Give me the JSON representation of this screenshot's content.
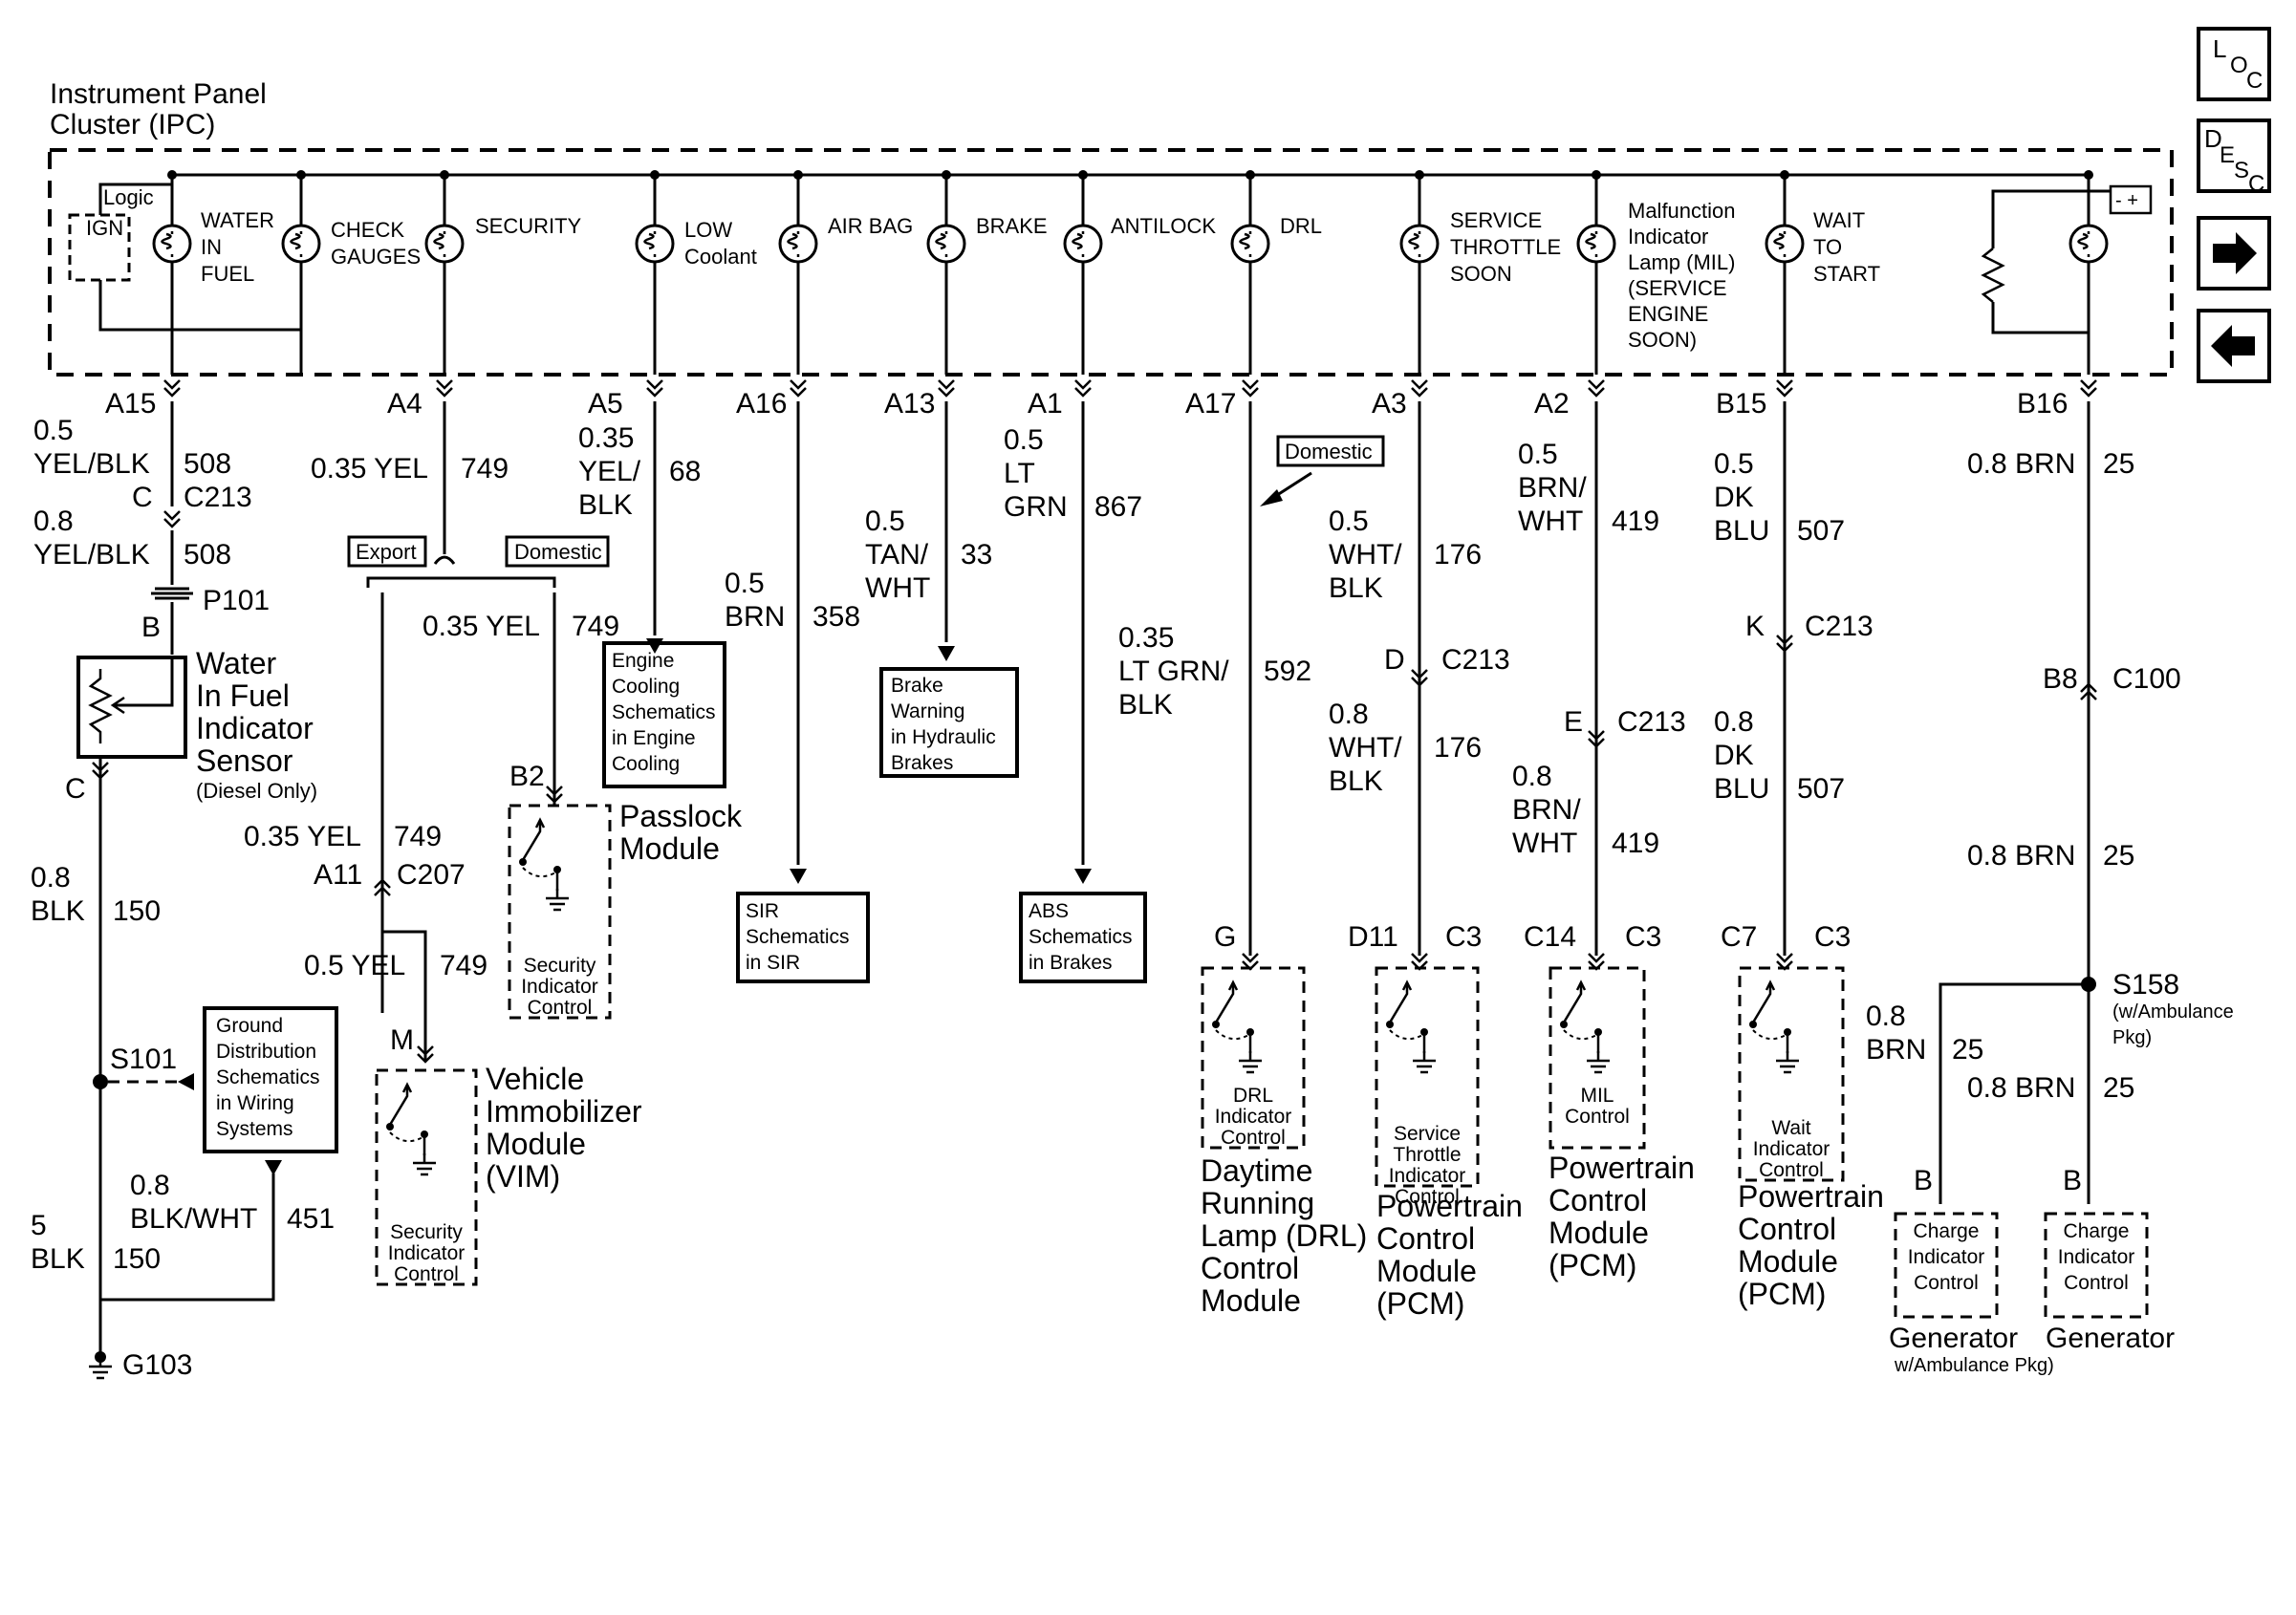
{
  "cluster_title_1": "Instrument Panel",
  "cluster_title_2": "Cluster (IPC)",
  "logic": "Logic",
  "ign": "IGN",
  "battery_symbol": "- +",
  "lamps": {
    "water_in_fuel": [
      "WATER",
      "IN",
      "FUEL"
    ],
    "check_gauges": [
      "CHECK",
      "GAUGES"
    ],
    "security": [
      "SECURITY"
    ],
    "low_coolant": [
      "LOW",
      "Coolant"
    ],
    "air_bag": [
      "AIR BAG"
    ],
    "brake": [
      "BRAKE"
    ],
    "antilock": [
      "ANTILOCK"
    ],
    "drl": [
      "DRL"
    ],
    "service_throttle": [
      "SERVICE",
      "THROTTLE",
      "SOON"
    ],
    "mil": [
      "Malfunction",
      "Indicator",
      "Lamp (MIL)",
      "(SERVICE",
      "ENGINE",
      "SOON)"
    ],
    "wait_to_start": [
      "WAIT",
      "TO",
      "START"
    ]
  },
  "pins": {
    "a15": "A15",
    "a4": "A4",
    "a5": "A5",
    "a16": "A16",
    "a13": "A13",
    "a1": "A1",
    "a17": "A17",
    "a3": "A3",
    "a2": "A2",
    "b15": "B15",
    "b16": "B16"
  },
  "wires": {
    "c1": {
      "size1": "0.5",
      "color1": "YEL/BLK",
      "circ1": "508",
      "c_pin": "C",
      "c_conn": "C213",
      "size2": "0.8",
      "color2": "YEL/BLK",
      "circ2": "508",
      "p_conn": "P101",
      "b_pin": "B",
      "c_pin2": "C",
      "size3": "0.8",
      "color3": "BLK",
      "circ3": "150",
      "splice": "S101",
      "size4": "5",
      "color4": "BLK",
      "circ4": "150",
      "ground": "G103",
      "size5": "0.8",
      "color5": "BLK/WHT",
      "circ5": "451"
    },
    "c2": {
      "size_color": "0.35 YEL",
      "circ": "749",
      "export": "Export",
      "domestic": "Domestic",
      "b_size_color": "0.35 YEL",
      "b_circ": "749",
      "pin_b2": "B2",
      "e_size_color": "0.35 YEL",
      "e_circ": "749",
      "pin_a11": "A11",
      "conn_c207": "C207",
      "v_size_color": "0.5 YEL",
      "v_circ": "749",
      "pin_m": "M"
    },
    "c3": {
      "size": "0.35",
      "color1": "YEL/",
      "color2": "BLK",
      "circ": "68"
    },
    "c4": {
      "size": "0.5",
      "color": "BRN",
      "circ": "358"
    },
    "c5": {
      "size": "0.5",
      "color1": "TAN/",
      "color2": "WHT",
      "circ": "33"
    },
    "c6": {
      "size": "0.5",
      "color1": "LT",
      "color2": "GRN",
      "circ": "867"
    },
    "c7": {
      "size": "0.35",
      "color1": "LT GRN/",
      "color2": "BLK",
      "circ": "592",
      "domestic": "Domestic",
      "pin_g": "G"
    },
    "c8": {
      "size": "0.5",
      "color1": "WHT/",
      "color2": "BLK",
      "circ": "176",
      "pin_d": "D",
      "conn": "C213",
      "size2": "0.8",
      "color3": "WHT/",
      "color4": "BLK",
      "circ2": "176",
      "pin_d11": "D11",
      "conn_c3": "C3"
    },
    "c9": {
      "size": "0.5",
      "color1": "BRN/",
      "color2": "WHT",
      "circ": "419",
      "pin_e": "E",
      "conn": "C213",
      "size2": "0.8",
      "color3": "BRN/",
      "color4": "WHT",
      "circ2": "419",
      "pin_c14": "C14",
      "conn_c3": "C3"
    },
    "c10": {
      "size": "0.5",
      "color1": "DK",
      "color2": "BLU",
      "circ": "507",
      "pin_k": "K",
      "conn": "C213",
      "size2": "0.8",
      "color3": "DK",
      "color4": "BLU",
      "circ2": "507",
      "pin_c7": "C7",
      "conn_c3": "C3"
    },
    "c11": {
      "size_color": "0.8 BRN",
      "circ": "25",
      "pin_b8": "B8",
      "conn": "C100",
      "size_color2": "0.8 BRN",
      "circ2": "25",
      "splice": "S158",
      "splice_note1": "(w/Ambulance",
      "splice_note2": "Pkg)",
      "l_size": "0.8",
      "l_color": "BRN",
      "l_circ": "25",
      "r_size_color": "0.8 BRN",
      "r_circ": "25",
      "pin_b_l": "B",
      "pin_b_r": "B"
    }
  },
  "components": {
    "wif_sensor": [
      "Water",
      "In Fuel",
      "Indicator",
      "Sensor"
    ],
    "wif_note": "(Diesel Only)",
    "passlock": [
      "Passlock",
      "Module"
    ],
    "passlock_ctrl": [
      "Security",
      "Indicator",
      "Control"
    ],
    "vim": [
      "Vehicle",
      "Immobilizer",
      "Module",
      "(VIM)"
    ],
    "vim_ctrl": [
      "Security",
      "Indicator",
      "Control"
    ],
    "drl_ctrl": [
      "DRL",
      "Indicator",
      "Control"
    ],
    "drl_module": [
      "Daytime",
      "Running",
      "Lamp (DRL)",
      "Control",
      "Module"
    ],
    "svc_ctrl": [
      "Service",
      "Throttle",
      "Indicator",
      "Control"
    ],
    "pcm1": [
      "Powertrain",
      "Control",
      "Module",
      "(PCM)"
    ],
    "mil_ctrl": [
      "MIL",
      "Control"
    ],
    "pcm2": [
      "Powertrain",
      "Control",
      "Module",
      "(PCM)"
    ],
    "wait_ctrl": [
      "Wait",
      "Indicator",
      "Control"
    ],
    "pcm3": [
      "Powertrain",
      "Control",
      "Module",
      "(PCM)"
    ],
    "gen_ctrl_l": [
      "Charge",
      "Indicator",
      "Control"
    ],
    "gen_l": "Generator",
    "gen_l_note": "w/Ambulance Pkg)",
    "gen_ctrl_r": [
      "Charge",
      "Indicator",
      "Control"
    ],
    "gen_r": "Generator"
  },
  "refs": {
    "engine_cooling": [
      "Engine",
      "Cooling",
      "Schematics",
      "in Engine",
      "Cooling"
    ],
    "brake_warning": [
      "Brake",
      "Warning",
      "in Hydraulic",
      "Brakes"
    ],
    "sir": [
      "SIR",
      "Schematics",
      "in SIR"
    ],
    "abs": [
      "ABS",
      "Schematics",
      "in Brakes"
    ],
    "ground_dist": [
      "Ground",
      "Distribution",
      "Schematics",
      "in Wiring",
      "Systems"
    ]
  },
  "nav": {
    "loc": [
      "L",
      "O",
      "C"
    ],
    "desc": [
      "D",
      "E",
      "S",
      "C"
    ],
    "next_icon": "right-arrow-icon",
    "prev_icon": "left-arrow-icon"
  }
}
